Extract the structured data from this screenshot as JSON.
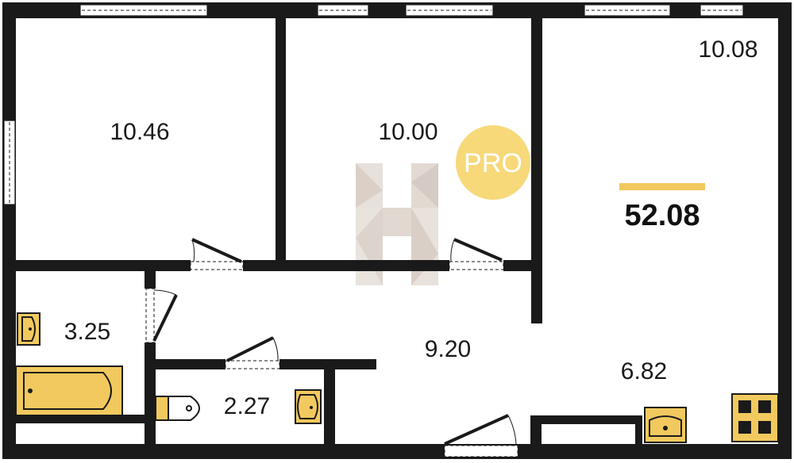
{
  "total_area": "52.08",
  "rooms": {
    "bedroom_left": "10.46",
    "bedroom_middle": "10.00",
    "kitchen_living": "10.08",
    "bathroom": "3.25",
    "toilet": "2.27",
    "hallway": "9.20",
    "entry_area": "6.82"
  },
  "badge": "PRO",
  "colors": {
    "wall": "#1a1a1a",
    "accent": "#f2c95e",
    "badge": "#f7d97a",
    "watermark": "#d9cfc7"
  }
}
